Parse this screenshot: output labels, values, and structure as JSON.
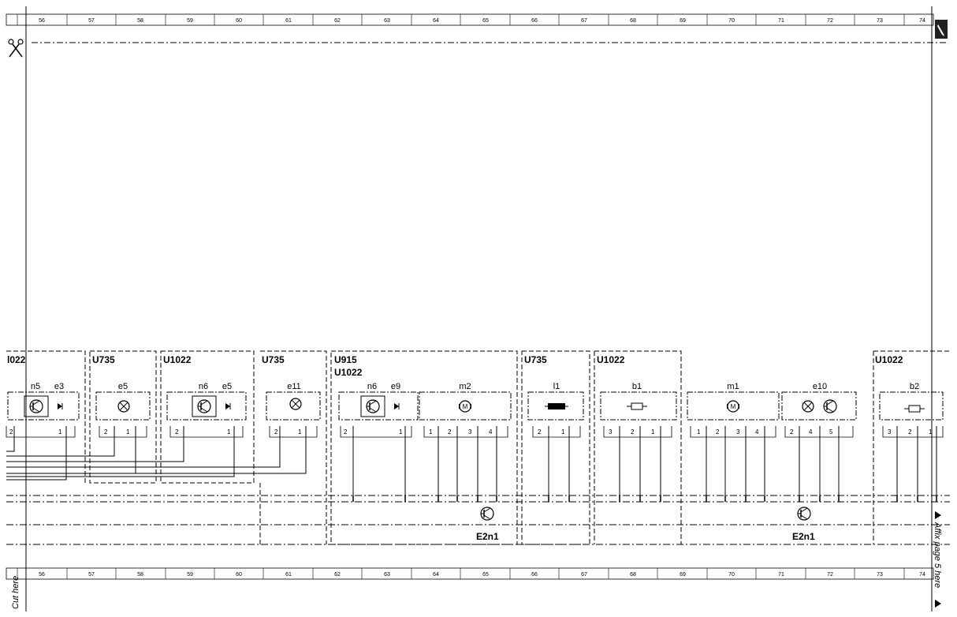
{
  "ruler": {
    "numbers": [
      "56",
      "57",
      "58",
      "59",
      "60",
      "61",
      "62",
      "63",
      "64",
      "65",
      "66",
      "67",
      "68",
      "69",
      "70",
      "71",
      "72",
      "73",
      "74"
    ]
  },
  "markers": {
    "cut_here": "Cut here",
    "affix_page": "Affix page 5 here"
  },
  "icons": {
    "scissors": "scissors-icon",
    "pencil": "pencil-icon",
    "lamp": "lamp-icon",
    "transistor": "transistor-icon",
    "led": "led-icon",
    "motor": "motor-icon",
    "resistor": "resistor-icon",
    "inductor": "inductor-icon",
    "triangle": "triangle-marker-icon"
  },
  "modules": [
    {
      "id": "m_a",
      "label": "l022",
      "label2": ""
    },
    {
      "id": "m_b",
      "label": "U735",
      "label2": ""
    },
    {
      "id": "m_c",
      "label": "U1022",
      "label2": ""
    },
    {
      "id": "m_d",
      "label": "U735",
      "label2": ""
    },
    {
      "id": "m_e",
      "label": "U915",
      "label2": "U1022"
    },
    {
      "id": "m_f",
      "label": "U735",
      "label2": ""
    },
    {
      "id": "m_g",
      "label": "U1022",
      "label2": ""
    },
    {
      "id": "m_h",
      "label": "U1022",
      "label2": ""
    }
  ],
  "components": [
    {
      "id": "c1",
      "labels": [
        "n5",
        "e3"
      ],
      "pins": [
        "2",
        "1"
      ]
    },
    {
      "id": "c2",
      "labels": [
        "e5"
      ],
      "pins": [
        "2",
        "1"
      ]
    },
    {
      "id": "c3",
      "labels": [
        "n6",
        "e5"
      ],
      "pins": [
        "2",
        "1"
      ]
    },
    {
      "id": "c4",
      "labels": [
        "e11"
      ],
      "pins": [
        "2",
        "1"
      ]
    },
    {
      "id": "c5",
      "labels": [
        "n6",
        "e9"
      ],
      "pins": [
        "2",
        "1"
      ]
    },
    {
      "id": "c6",
      "labels": [
        "m2"
      ],
      "pins": [
        "1",
        "2",
        "3",
        "4"
      ]
    },
    {
      "id": "c7",
      "labels": [
        "l1"
      ],
      "pins": [
        "2",
        "1"
      ]
    },
    {
      "id": "c8",
      "labels": [
        "b1"
      ],
      "pins": [
        "3",
        "2",
        "1"
      ]
    },
    {
      "id": "c9",
      "labels": [
        "m1"
      ],
      "pins": [
        "1",
        "2",
        "3",
        "4"
      ]
    },
    {
      "id": "c10",
      "labels": [
        "e10"
      ],
      "pins": [
        "2",
        "4",
        "5"
      ]
    },
    {
      "id": "c11",
      "labels": [
        "b2"
      ],
      "pins": [
        "3",
        "2",
        "1"
      ]
    }
  ],
  "ground_labels": [
    "E2n1",
    "E2n1"
  ],
  "motor_glyph": "M"
}
